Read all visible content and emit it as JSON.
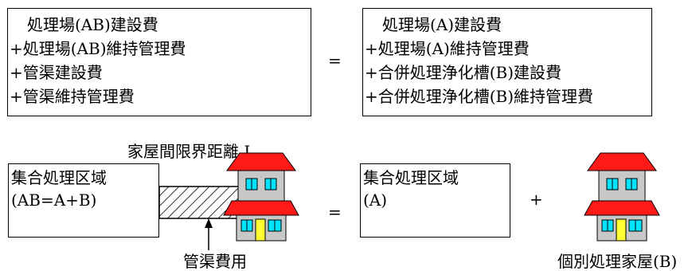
{
  "top": {
    "left_lines": [
      "処理場(AB)建設費",
      "+処理場(AB)維持管理費",
      "+管渠建設費",
      "+管渠維持管理費"
    ],
    "equals": "=",
    "right_lines": [
      "処理場(A)建設費",
      "+処理場(A)維持管理費",
      "+合併処理浄化槽(B)建設費",
      "+合併処理浄化槽(B)維持管理費"
    ]
  },
  "bottom": {
    "distance_label": "家屋間限界距離 L",
    "left_area_lines": [
      "集合処理区域",
      "(AB=A+B)"
    ],
    "pipe_cost_label": "管渠費用",
    "equals": "=",
    "right_area_lines": [
      "集合処理区域",
      "(A)"
    ],
    "plus": "+",
    "individual_label": "個別処理家屋(B)"
  },
  "colors": {
    "roof": "#ff1a1a",
    "wall": "#c8c8c8",
    "window": "#00e5ff",
    "door": "#ffff33"
  },
  "icons": [
    "house-icon",
    "house-icon",
    "arrow-up-icon"
  ]
}
